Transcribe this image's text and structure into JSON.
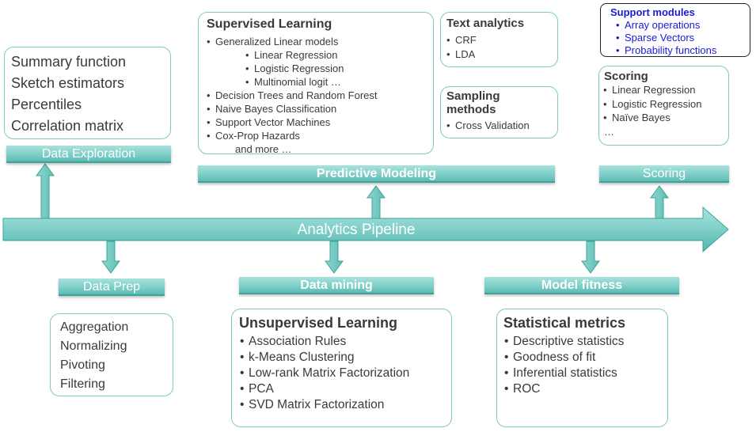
{
  "pipeline": {
    "label": "Analytics Pipeline"
  },
  "data_exploration": {
    "bar_label": "Data Exploration",
    "items": [
      "Summary function",
      "Sketch estimators",
      "Percentiles",
      "Correlation matrix"
    ]
  },
  "predictive_modeling": {
    "bar_label": "Predictive Modeling",
    "supervised": {
      "title": "Supervised Learning",
      "items": [
        "Generalized Linear models",
        "Linear Regression",
        "Logistic Regression",
        "Multinomial logit …",
        "Decision Trees and Random Forest",
        "Naive Bayes Classification",
        "Support Vector Machines",
        "Cox-Prop Hazards",
        "and more …"
      ]
    },
    "text_analytics": {
      "title": "Text analytics",
      "items": [
        "CRF",
        "LDA"
      ]
    },
    "sampling": {
      "title_line1": "Sampling",
      "title_line2": "methods",
      "items": [
        "Cross Validation"
      ]
    }
  },
  "support_modules": {
    "title": "Support modules",
    "items": [
      "Array operations",
      "Sparse Vectors",
      "Probability functions"
    ]
  },
  "scoring": {
    "bar_label": "Scoring",
    "title": "Scoring",
    "items": [
      "Linear Regression",
      "Logistic Regression",
      "Naïve Bayes",
      "…"
    ]
  },
  "data_prep": {
    "bar_label": "Data Prep",
    "items": [
      "Aggregation",
      "Normalizing",
      "Pivoting",
      "Filtering"
    ]
  },
  "data_mining": {
    "bar_label": "Data mining",
    "unsupervised": {
      "title": "Unsupervised Learning",
      "items": [
        "Association Rules",
        "k-Means Clustering",
        "Low-rank Matrix Factorization",
        "PCA",
        "SVD Matrix Factorization"
      ]
    }
  },
  "model_fitness": {
    "bar_label": "Model fitness",
    "statistical": {
      "title": "Statistical metrics",
      "items": [
        "Descriptive statistics",
        "Goodness of fit",
        "Inferential statistics",
        "ROC"
      ]
    }
  },
  "colors": {
    "teal": "#7fcfc8",
    "teal_dark": "#3aa39a",
    "border": "#7ccac4",
    "blue": "#1a1ad6",
    "text": "#3a3a3a"
  }
}
